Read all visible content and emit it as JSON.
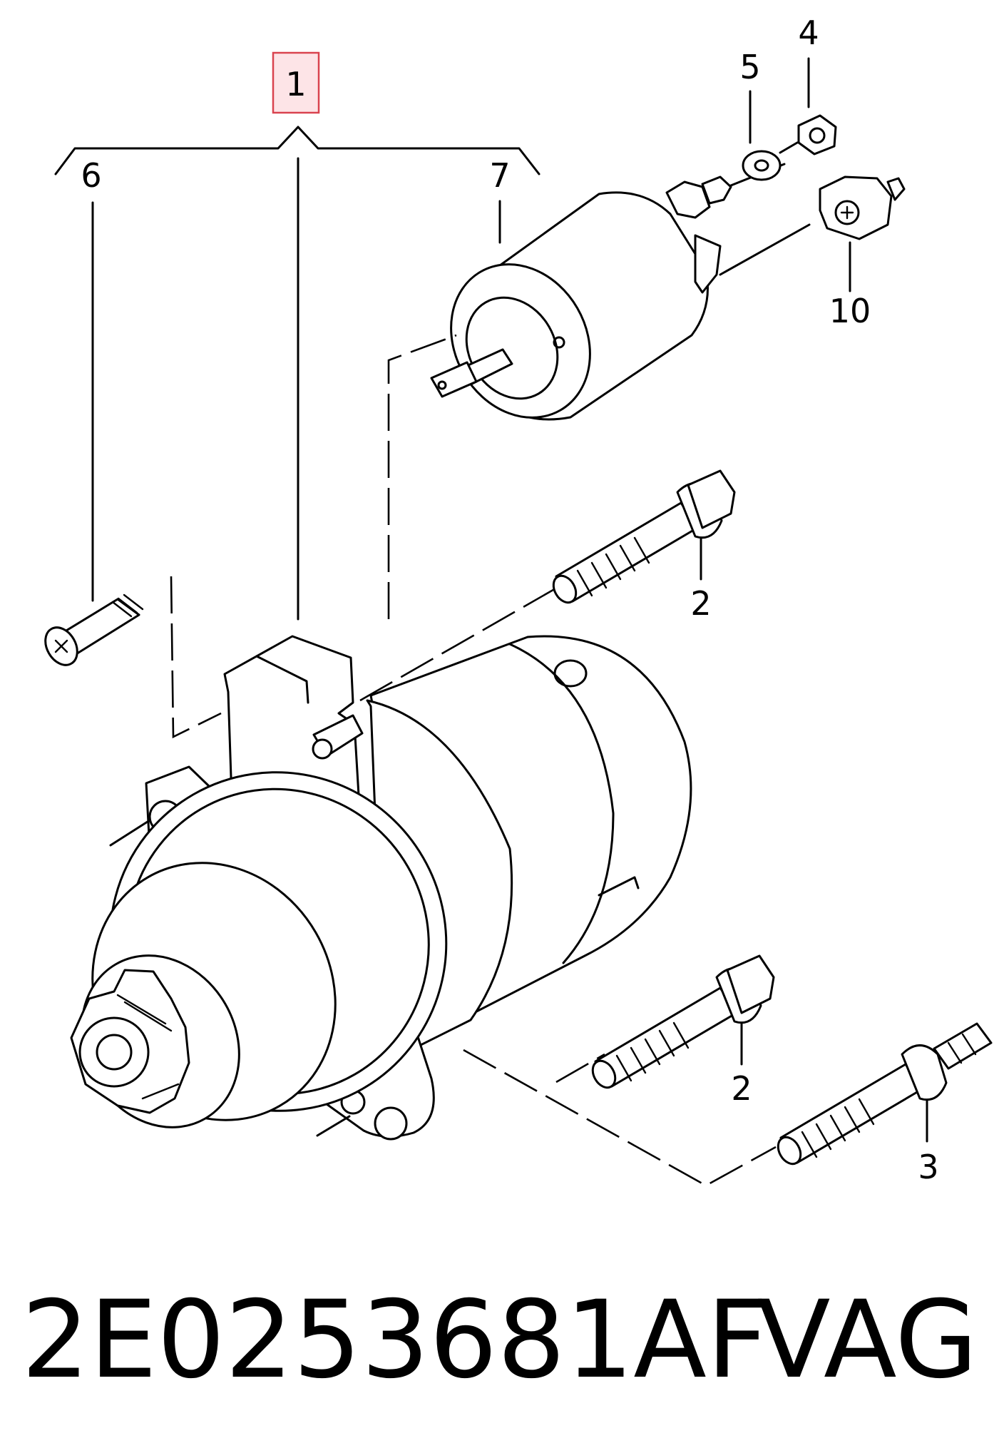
{
  "callouts": {
    "c1": "1",
    "c2a": "2",
    "c2b": "2",
    "c3": "3",
    "c4": "4",
    "c5": "5",
    "c6": "6",
    "c7": "7",
    "c10": "10"
  },
  "footer": {
    "part_number": "2E0253681AF",
    "brand": "VAG"
  },
  "colors": {
    "highlight_fill": "#fde4e7",
    "highlight_stroke": "#d9434f"
  }
}
